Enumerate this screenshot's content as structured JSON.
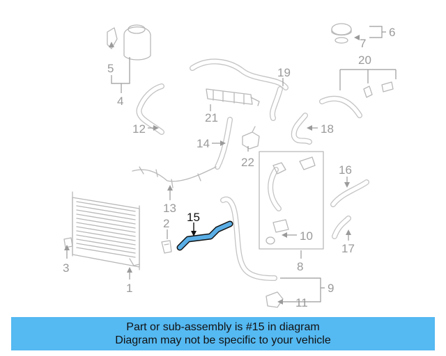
{
  "diagram": {
    "callouts": [
      {
        "id": "1",
        "label": "1"
      },
      {
        "id": "2",
        "label": "2"
      },
      {
        "id": "3",
        "label": "3"
      },
      {
        "id": "4",
        "label": "4"
      },
      {
        "id": "5",
        "label": "5"
      },
      {
        "id": "6",
        "label": "6"
      },
      {
        "id": "7",
        "label": "7"
      },
      {
        "id": "8",
        "label": "8"
      },
      {
        "id": "9",
        "label": "9"
      },
      {
        "id": "10",
        "label": "10"
      },
      {
        "id": "11",
        "label": "11"
      },
      {
        "id": "12",
        "label": "12"
      },
      {
        "id": "13",
        "label": "13"
      },
      {
        "id": "14",
        "label": "14"
      },
      {
        "id": "15",
        "label": "15"
      },
      {
        "id": "16",
        "label": "16"
      },
      {
        "id": "17",
        "label": "17"
      },
      {
        "id": "18",
        "label": "18"
      },
      {
        "id": "19",
        "label": "19"
      },
      {
        "id": "20",
        "label": "20"
      },
      {
        "id": "21",
        "label": "21"
      },
      {
        "id": "22",
        "label": "22"
      }
    ],
    "highlighted_part": "15",
    "highlight_color": "#5aaee6"
  },
  "banner": {
    "line1": "Part or sub-assembly is #15 in diagram",
    "line2": "Diagram may not be specific to your vehicle",
    "background": "#55b9f2"
  }
}
